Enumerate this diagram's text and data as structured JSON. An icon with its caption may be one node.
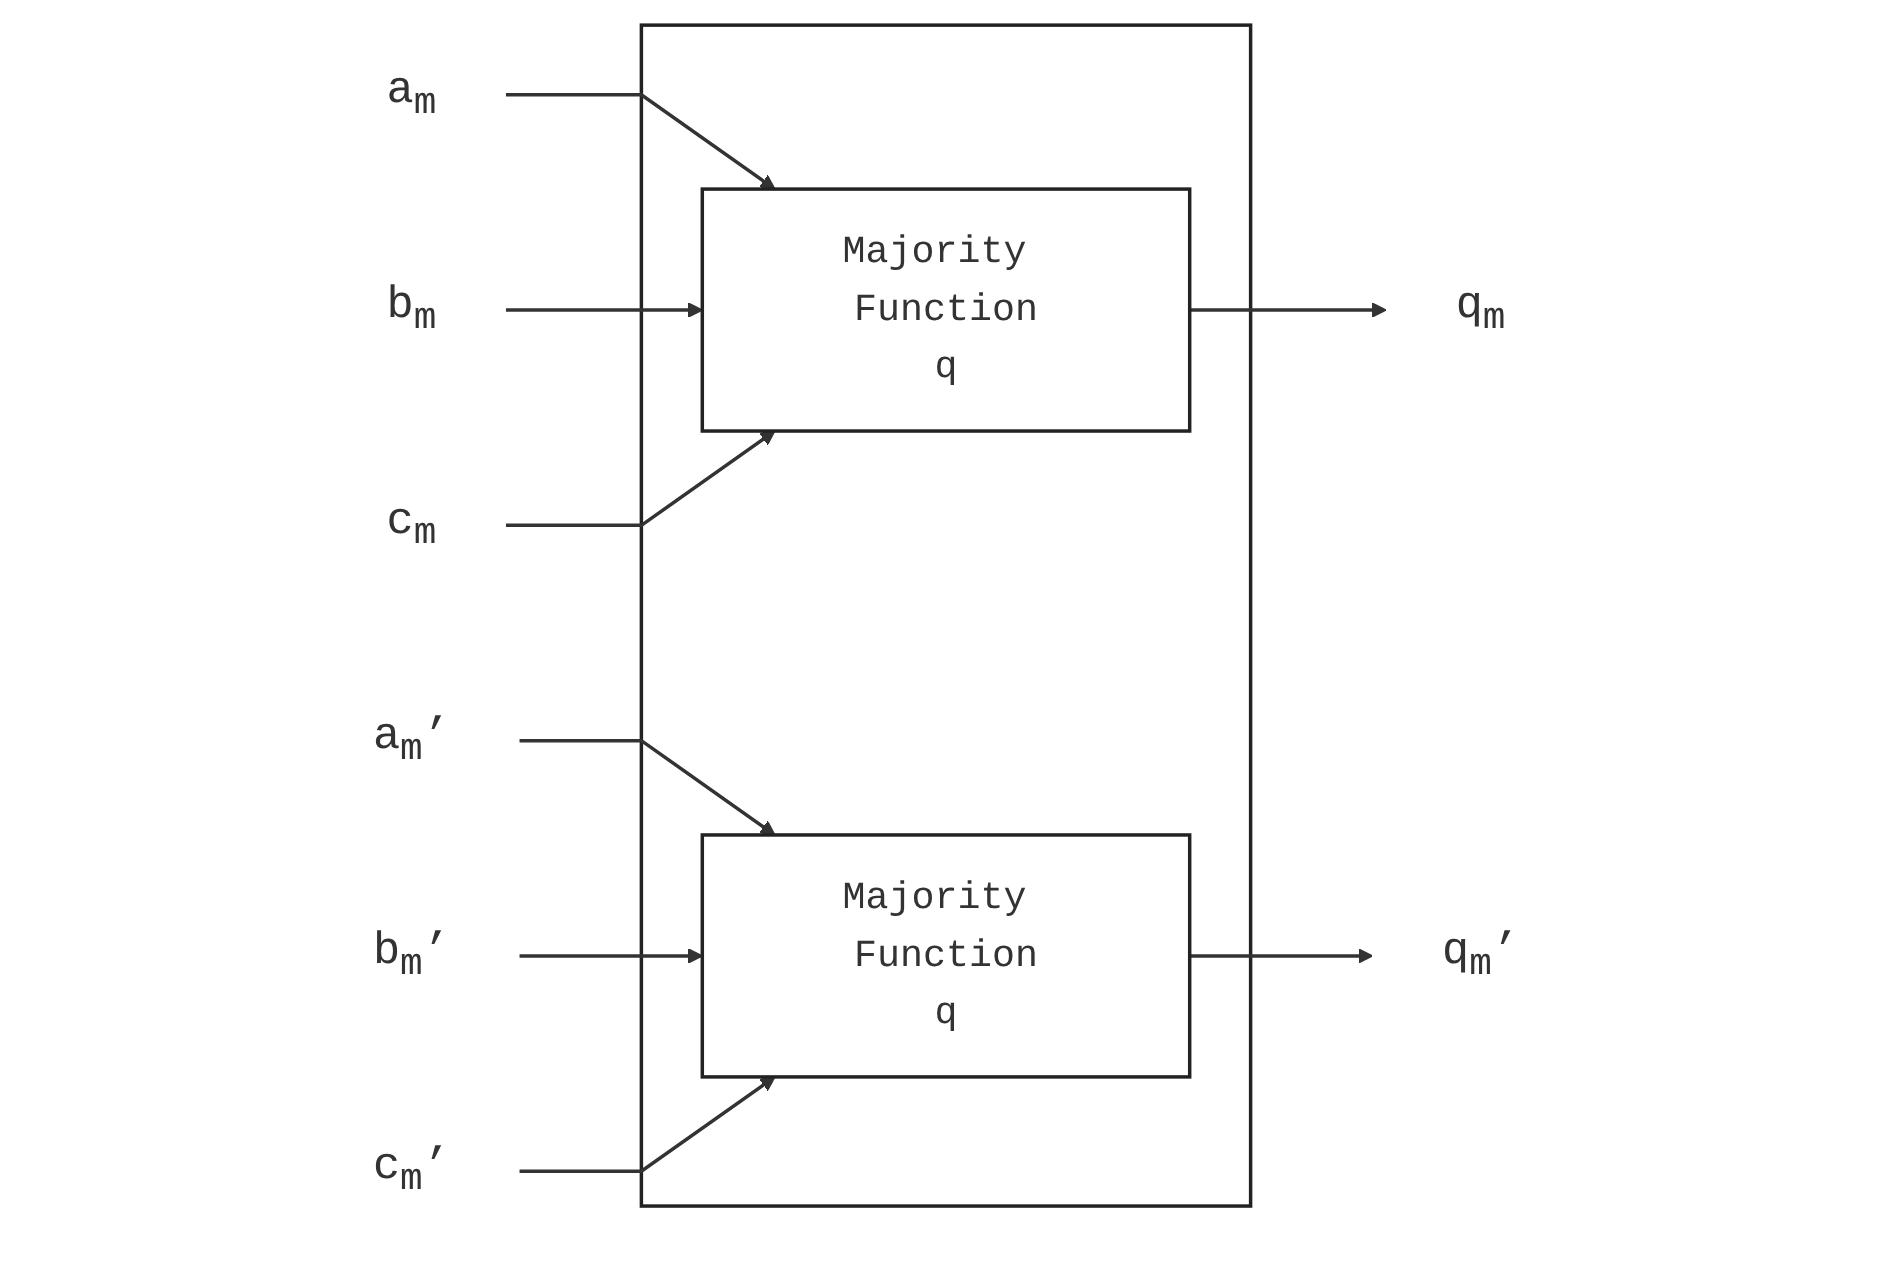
{
  "diagram": {
    "nodes": [
      {
        "text": [],
        "shape": "box"
      },
      {
        "text": [
          "Majority Function",
          "q"
        ],
        "in": 0
      },
      {
        "text": [
          "Majority Function",
          "q"
        ],
        "in": 0
      },
      {
        "text": [
          "a$_{m}$"
        ]
      },
      {
        "text": [
          "b$_{m}$"
        ]
      },
      {
        "text": [
          "c$_{m}$"
        ]
      },
      {
        "text": [
          "a$_{m}$’"
        ]
      },
      {
        "text": [
          "b$_{m}$’"
        ]
      },
      {
        "text": [
          "c$_{m}$’"
        ]
      },
      {
        "text": [
          "q$_{m}$"
        ]
      },
      {
        "text": [
          "q$_{m}$’"
        ]
      }
    ],
    "edges": [
      {
        "from": 3,
        "to": 1,
        "arrow": "to"
      },
      {
        "from": 4,
        "to": 1,
        "arrow": "to"
      },
      {
        "from": 5,
        "to": 1,
        "arrow": "to"
      },
      {
        "from": 6,
        "to": 2,
        "arrow": "to"
      },
      {
        "from": 7,
        "to": 2,
        "arrow": "to"
      },
      {
        "from": 8,
        "to": 2,
        "arrow": "to"
      },
      {
        "from": 1,
        "to": 9,
        "arrow": "to"
      },
      {
        "from": 2,
        "to": 10,
        "arrow": "to"
      }
    ]
  }
}
